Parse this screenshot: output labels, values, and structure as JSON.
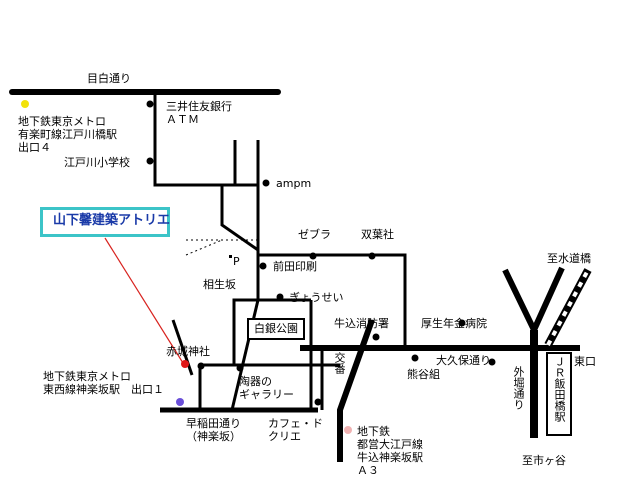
{
  "colors": {
    "road": "#000000",
    "accent_box_border": "#3cc4c8",
    "title_text": "#1a3aa8",
    "pointer_line": "#d8231f",
    "atelier_marker": "#e01818",
    "metro_namboku_marker": "#f2e20a",
    "metro_tozai_marker": "#6a4fd8",
    "toei_oedo_marker": "#f0b2b2"
  },
  "labels": {
    "mejiro_dori": "目白通り",
    "metro_edogawabashi": [
      "地下鉄東京メトロ",
      "有楽町線江戸川橋駅",
      "出口４"
    ],
    "mitsui_bank": [
      "三井住友銀行",
      "ＡＴＭ"
    ],
    "edogawa_school": "江戸川小学校",
    "ampm": "ampm",
    "atelier_title": "山下馨建築アトリエ",
    "zebra": "ゼブラ",
    "futabasha": "双葉社",
    "parking": "P",
    "maeda_print": "前田印刷",
    "aioizaka": "相生坂",
    "gyousei": "ぎょうせい",
    "hakugin_park": "白銀公園",
    "ushigome_fire": "牛込消防署",
    "kosei_hospital": "厚生年金病院",
    "akagi_shrine": "赤城神社",
    "koban": "交番",
    "okubo_dori": "大久保通り",
    "kumagai": "熊谷組",
    "metro_kagurazaka": [
      "地下鉄東京メトロ",
      "東西線神楽坂駅　出口１"
    ],
    "gallery": [
      "陶器の",
      "ギャラリー"
    ],
    "waseda_dori": [
      "早稲田通り",
      "（神楽坂）"
    ],
    "cafe_creer": [
      "カフェ・ド",
      "クリエ"
    ],
    "toei_ushigome": [
      "地下鉄",
      "都営大江戸線",
      "牛込神楽坂駅",
      "Ａ３"
    ],
    "to_suidobashi": "至水道橋",
    "sotobori_dori": "外堀通り",
    "east_exit": "東口",
    "jr_iidabashi": "ＪＲ飯田橋駅",
    "to_ichigaya": "至市ヶ谷"
  }
}
